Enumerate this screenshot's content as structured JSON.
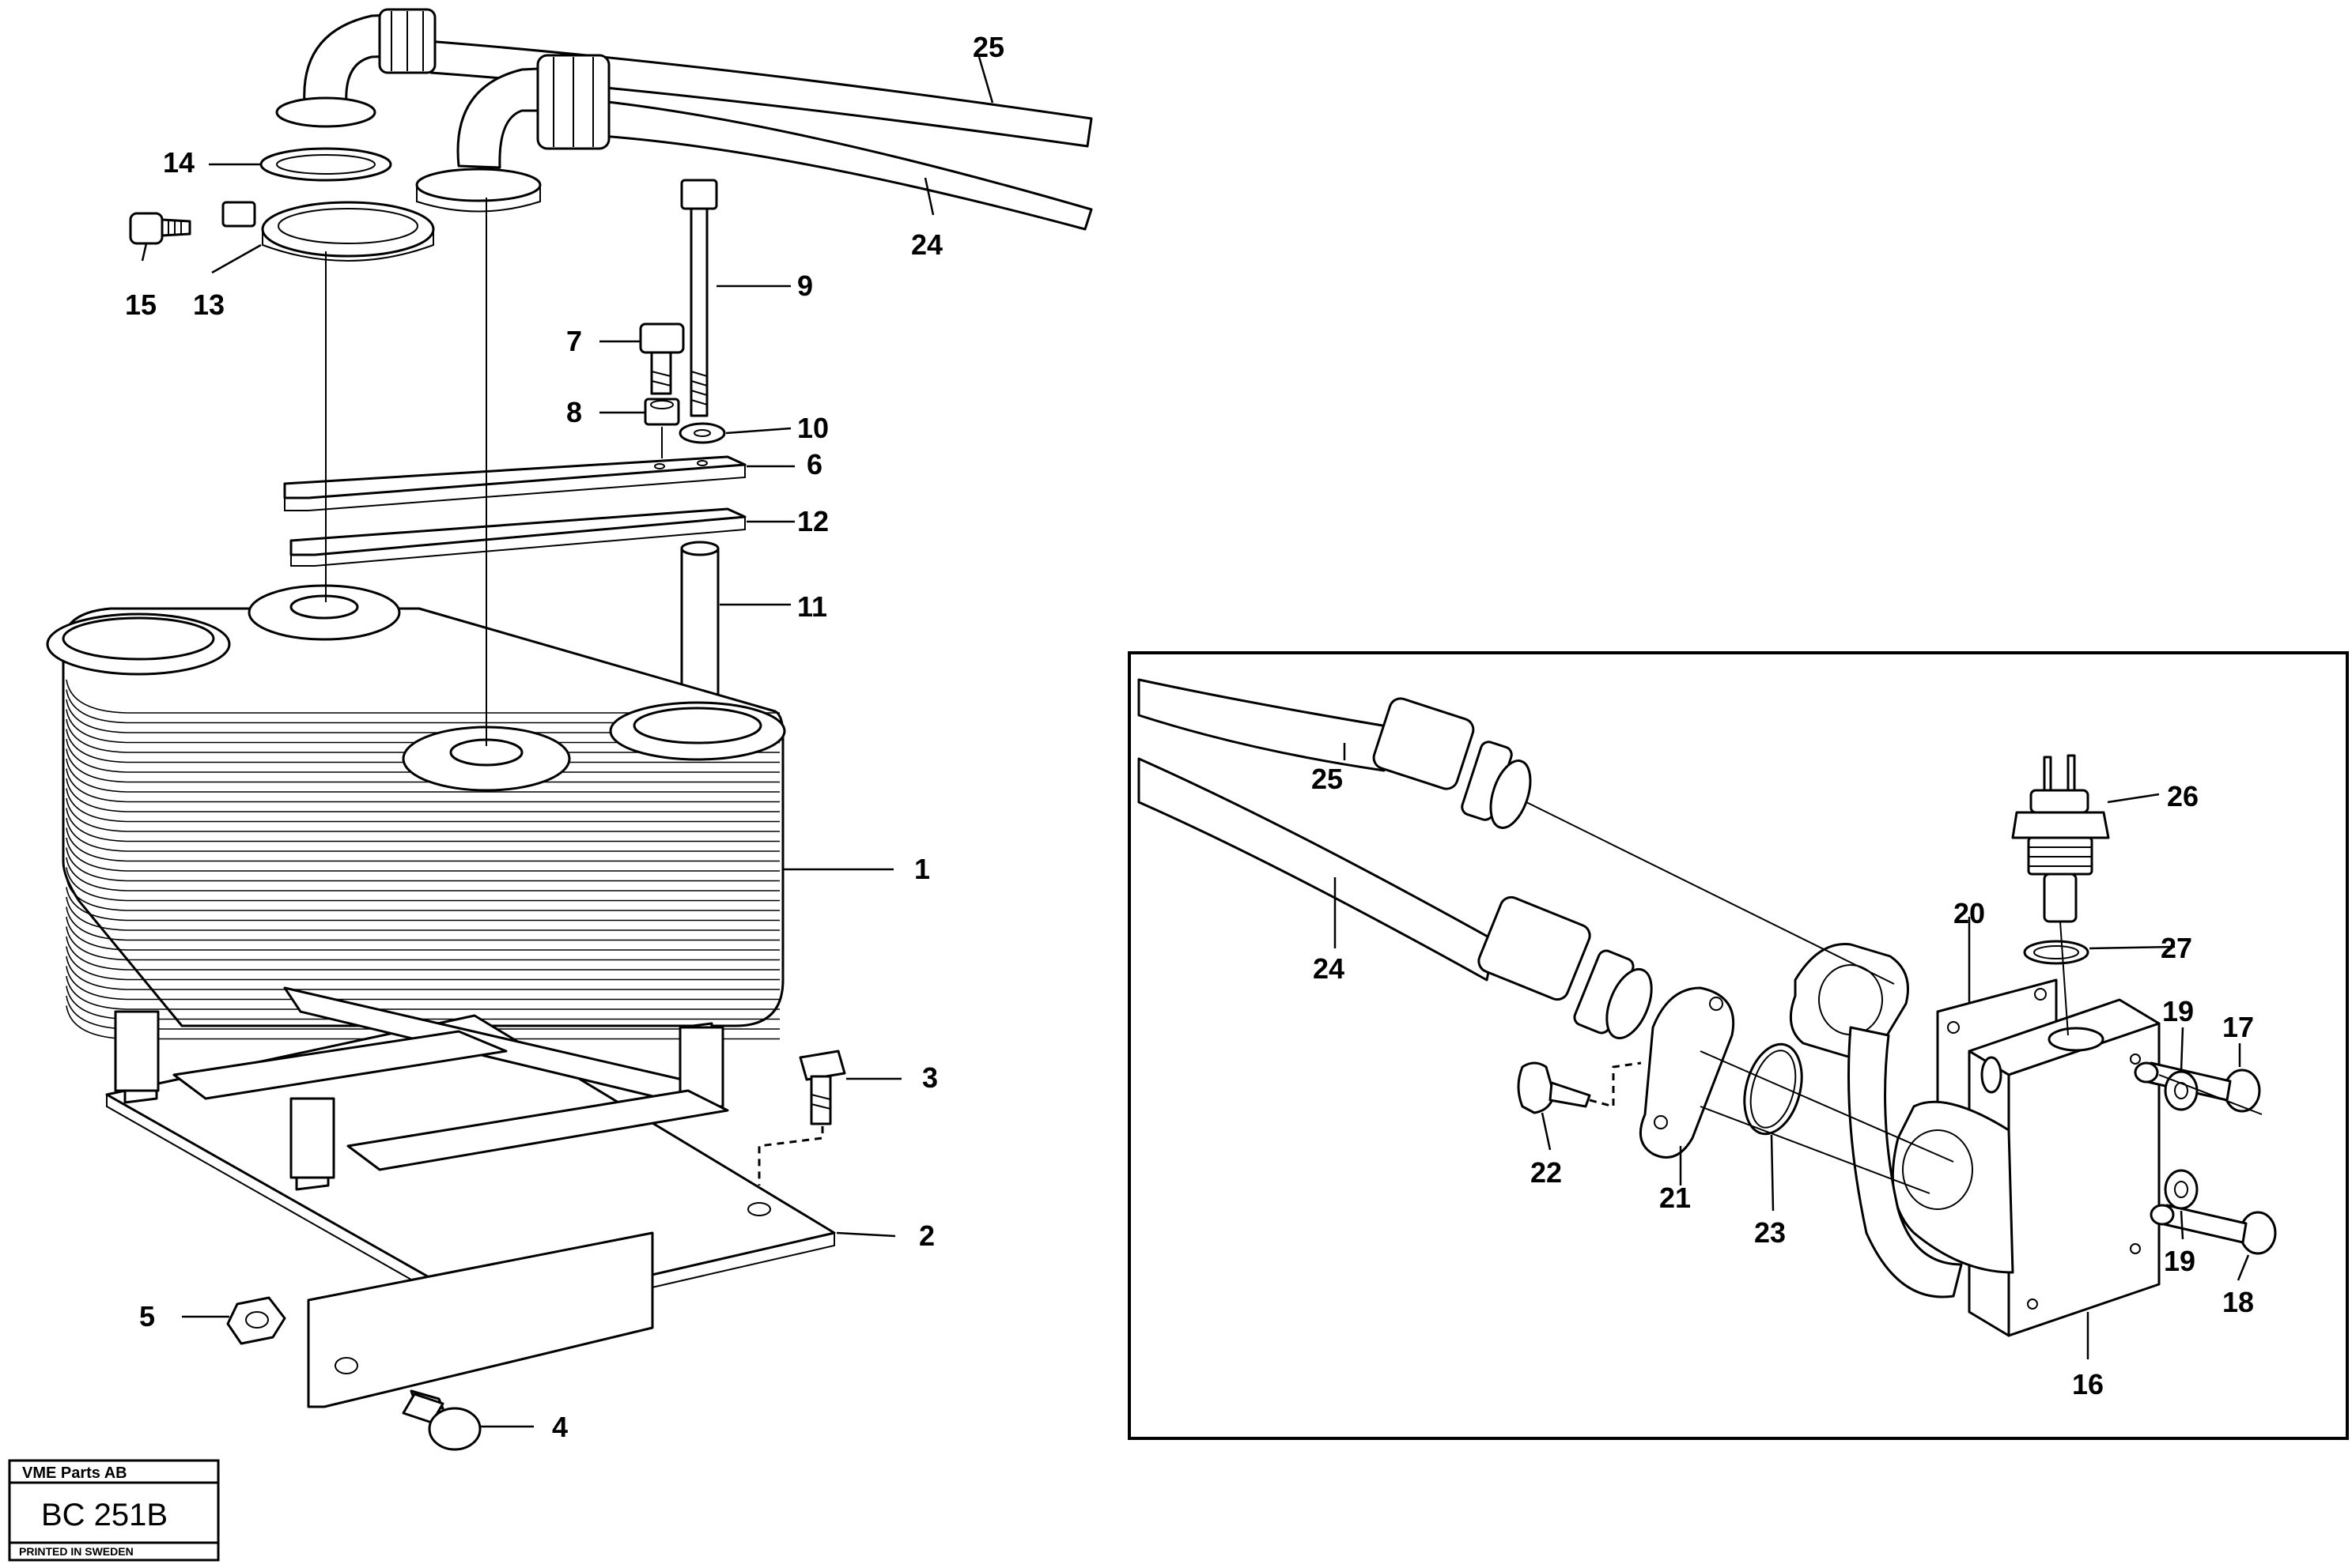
{
  "callouts": {
    "p1": "1",
    "p2": "2",
    "p3": "3",
    "p4": "4",
    "p5": "5",
    "p6": "6",
    "p7": "7",
    "p8": "8",
    "p9": "9",
    "p10": "10",
    "p11": "11",
    "p12": "12",
    "p13": "13",
    "p14": "14",
    "p15": "15",
    "p16": "16",
    "p17": "17",
    "p18": "18",
    "p19a": "19",
    "p19b": "19",
    "p20": "20",
    "p21": "21",
    "p22": "22",
    "p23": "23",
    "p24a": "24",
    "p24b": "24",
    "p25a": "25",
    "p25b": "25",
    "p26": "26",
    "p27": "27"
  },
  "stamp": {
    "company": "VME Parts AB",
    "code": "BC 251B",
    "printed": "PRINTED IN SWEDEN"
  }
}
